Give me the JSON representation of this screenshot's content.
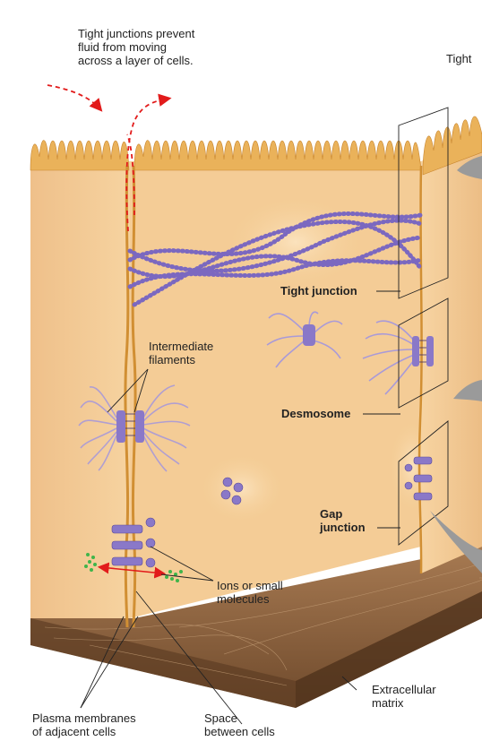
{
  "labels": {
    "tight_intro": "Tight junctions prevent\nfluid from moving\nacross a layer of cells.",
    "tight_cut": "Tight",
    "tight_junction": "Tight junction",
    "intermediate_filaments": "Intermediate\nfilaments",
    "desmosome": "Desmosome",
    "gap_junction": "Gap\njunction",
    "ions": "Ions or small\nmolecules",
    "extracellular_matrix": "Extracellular\nmatrix",
    "plasma_membranes": "Plasma membranes\nof adjacent cells",
    "space_between": "Space\nbetween cells"
  },
  "colors": {
    "cytoplasm": "#f3c98c",
    "membrane": "#e3a03d",
    "microvilli": "#eab25a",
    "protein": "#8a78c8",
    "arrow_red": "#e21b1b",
    "ions_green": "#3fb54a",
    "matrix": "#8a5e3b",
    "callout_gray": "#9a9a9a"
  }
}
